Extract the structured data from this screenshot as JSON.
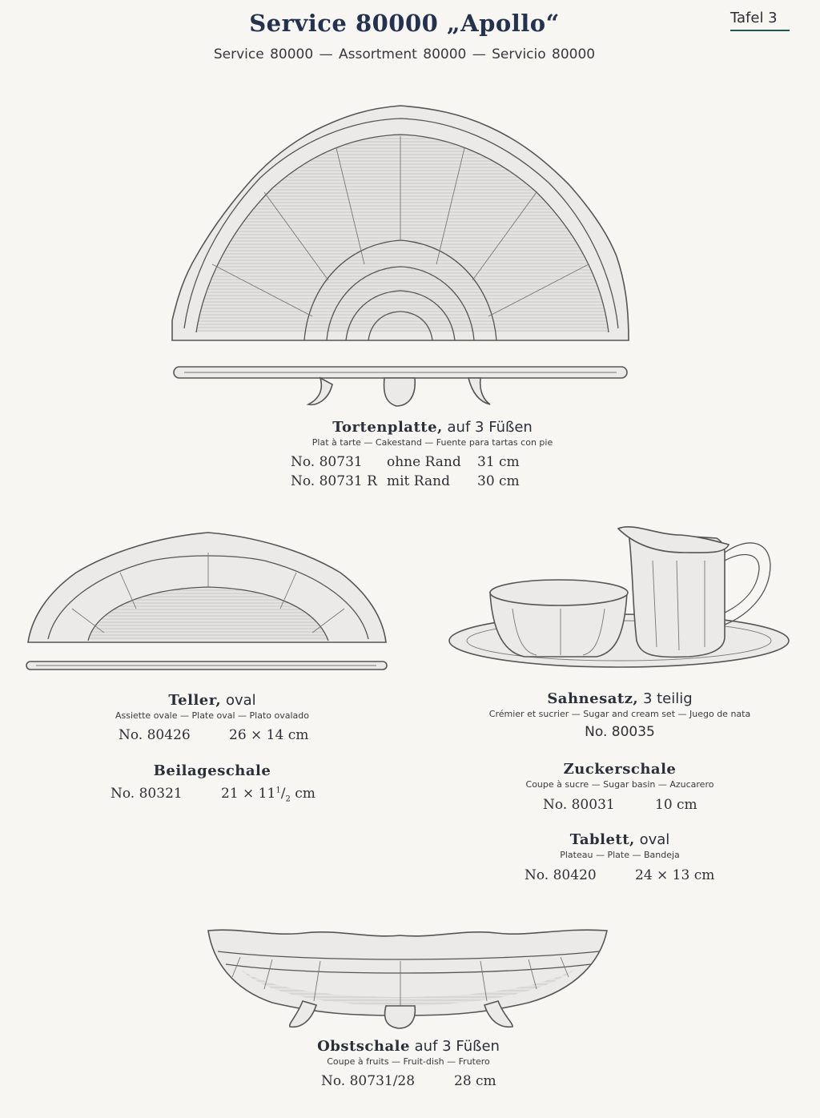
{
  "header": {
    "title": "Service 80000 „Apollo“",
    "subtitle": "Service 80000 — Assortment 80000 — Servicio 80000",
    "plate": "Tafel 3"
  },
  "items": {
    "cake_plate": {
      "name": "Tortenplatte,",
      "suffix": "auf 3 Füßen",
      "translations": "Plat à tarte — Cakestand — Fuente para tartas con pie",
      "rows": [
        {
          "no": "No. 80731",
          "variant": "ohne Rand",
          "size": "31 cm"
        },
        {
          "no": "No. 80731 R",
          "variant": "mit Rand",
          "size": "30 cm"
        }
      ]
    },
    "oval_plate": {
      "name": "Teller,",
      "suffix": "oval",
      "translations": "Assiette ovale — Plate oval — Plato ovalado",
      "no": "No. 80426",
      "size": "26 × 14 cm"
    },
    "side_dish": {
      "name": "Beilageschale",
      "no": "No. 80321",
      "size_main": "21 × 11",
      "size_frac_num": "1",
      "size_frac_den": "2",
      "size_unit": "cm"
    },
    "cream_set": {
      "name": "Sahnesatz,",
      "suffix": "3 teilig",
      "translations": "Crémier et sucrier — Sugar and cream set — Juego de nata",
      "no": "No. 80035"
    },
    "sugar_bowl": {
      "name": "Zuckerschale",
      "translations": "Coupe à sucre — Sugar basin — Azucarero",
      "no": "No. 80031",
      "size": "10 cm"
    },
    "tray": {
      "name": "Tablett,",
      "suffix": "oval",
      "translations": "Plateau — Plate — Bandeja",
      "no": "No. 80420",
      "size": "24 × 13 cm"
    },
    "fruit_bowl": {
      "name": "Obstschale",
      "suffix": "auf 3 Füßen",
      "translations": "Coupe à fruits — Fruit-dish — Frutero",
      "no": "No. 80731/28",
      "size": "28 cm"
    }
  }
}
